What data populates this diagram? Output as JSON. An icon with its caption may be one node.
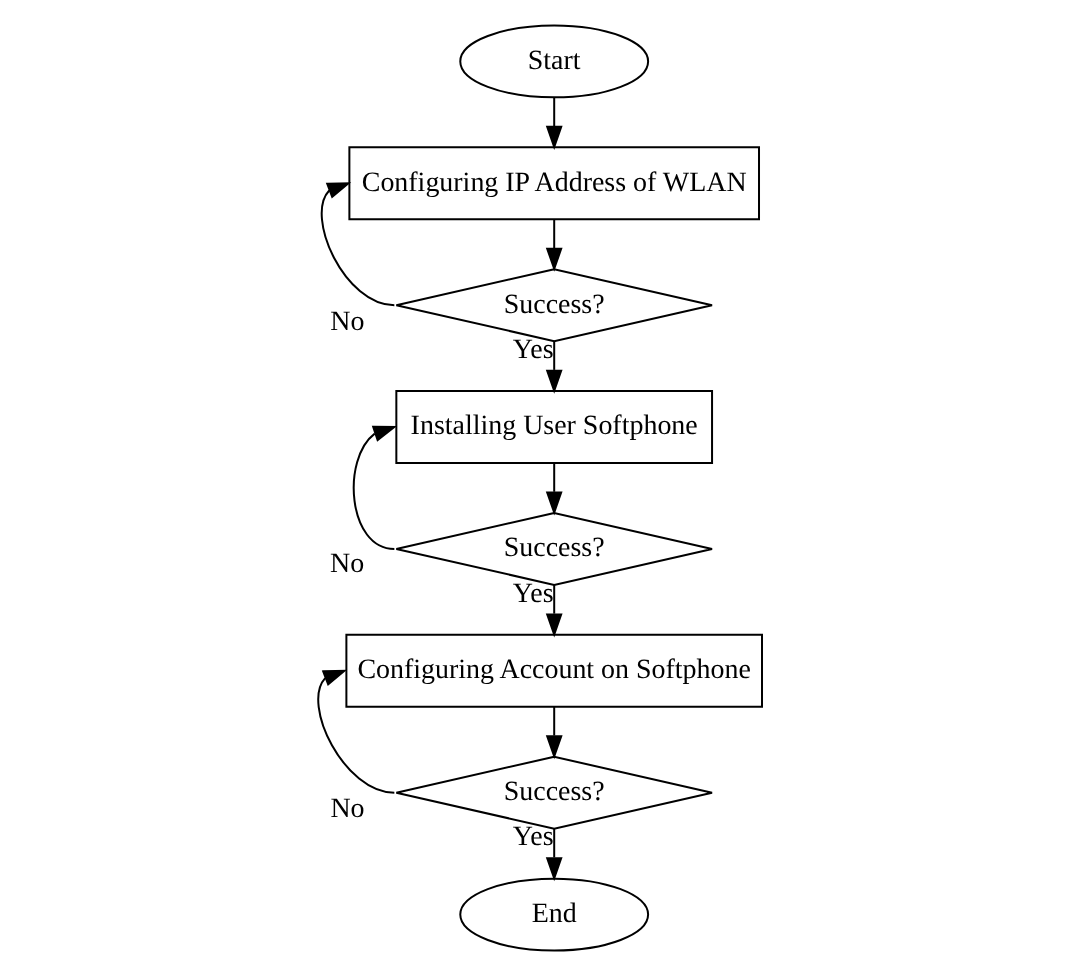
{
  "diagram": {
    "nodes": [
      {
        "text": [
          "Start"
        ]
      },
      {
        "text": [
          "Configuring IP Address of WLAN"
        ]
      },
      {
        "text": [
          "Success?"
        ]
      },
      {
        "text": [
          "Installing User Softphone"
        ]
      },
      {
        "text": [
          "Success?"
        ]
      },
      {
        "text": [
          "Configuring Account on Softphone"
        ]
      },
      {
        "text": [
          "Success?"
        ]
      },
      {
        "text": [
          "End"
        ]
      }
    ],
    "edges": [
      {
        "from": 0,
        "to": 1,
        "arrow": "to"
      },
      {
        "from": 1,
        "to": 2,
        "arrow": "to"
      },
      {
        "from": 2,
        "to": 1,
        "arrow": "to",
        "label": "No"
      },
      {
        "from": 2,
        "to": 3,
        "arrow": "to",
        "label": "Yes"
      },
      {
        "from": 3,
        "to": 4,
        "arrow": "to"
      },
      {
        "from": 4,
        "to": 3,
        "arrow": "to",
        "label": "No"
      },
      {
        "from": 4,
        "to": 5,
        "arrow": "to",
        "label": "Yes"
      },
      {
        "from": 5,
        "to": 6,
        "arrow": "to"
      },
      {
        "from": 6,
        "to": 5,
        "arrow": "to",
        "label": "No"
      },
      {
        "from": 6,
        "to": 7,
        "arrow": "to",
        "label": "Yes"
      }
    ]
  }
}
